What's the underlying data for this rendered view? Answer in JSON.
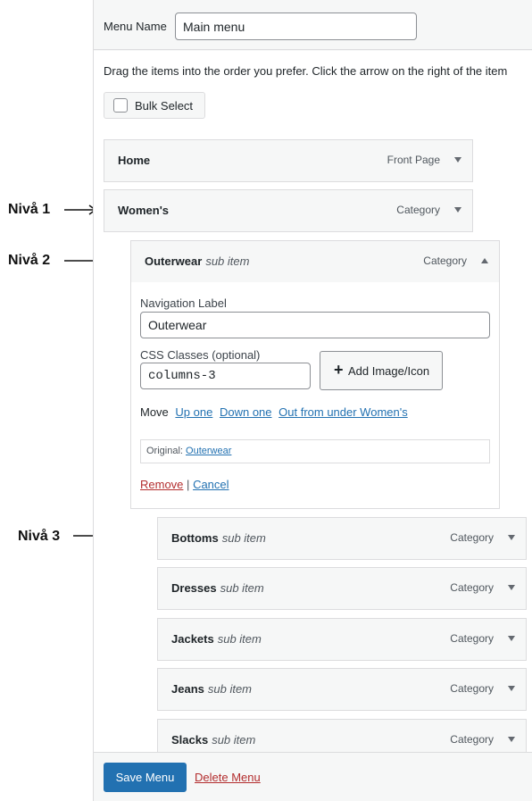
{
  "annotations": [
    "Nivå 1",
    "Nivå 2",
    "Nivå 3"
  ],
  "header": {
    "menu_name_label": "Menu Name",
    "menu_name_value": "Main menu"
  },
  "instructions": "Drag the items into the order you prefer. Click the arrow on the right of the item",
  "bulk_select_label": "Bulk Select",
  "items": [
    {
      "title": "Home",
      "sub": "",
      "type": "Front Page"
    },
    {
      "title": "Women's",
      "sub": "",
      "type": "Category"
    },
    {
      "title": "Outerwear",
      "sub": "sub item",
      "type": "Category"
    },
    {
      "title": "Bottoms",
      "sub": "sub item",
      "type": "Category"
    },
    {
      "title": "Dresses",
      "sub": "sub item",
      "type": "Category"
    },
    {
      "title": "Jackets",
      "sub": "sub item",
      "type": "Category"
    },
    {
      "title": "Jeans",
      "sub": "sub item",
      "type": "Category"
    },
    {
      "title": "Slacks",
      "sub": "sub item",
      "type": "Category"
    }
  ],
  "settings": {
    "nav_label": "Navigation Label",
    "nav_value": "Outerwear",
    "css_label": "CSS Classes (optional)",
    "css_value": "columns-3",
    "add_image_label": "Add Image/Icon",
    "move_label": "Move",
    "move_up": "Up one",
    "move_down": "Down one",
    "move_out": "Out from under Women's",
    "original_label": "Original:",
    "original_link": "Outerwear",
    "remove": "Remove",
    "separator": "|",
    "cancel": "Cancel"
  },
  "footer": {
    "save": "Save Menu",
    "delete": "Delete Menu"
  },
  "colors": {
    "primary": "#2271b1",
    "danger": "#b32d2e",
    "panel_bg": "#f6f7f7",
    "border": "#dcdcde"
  }
}
